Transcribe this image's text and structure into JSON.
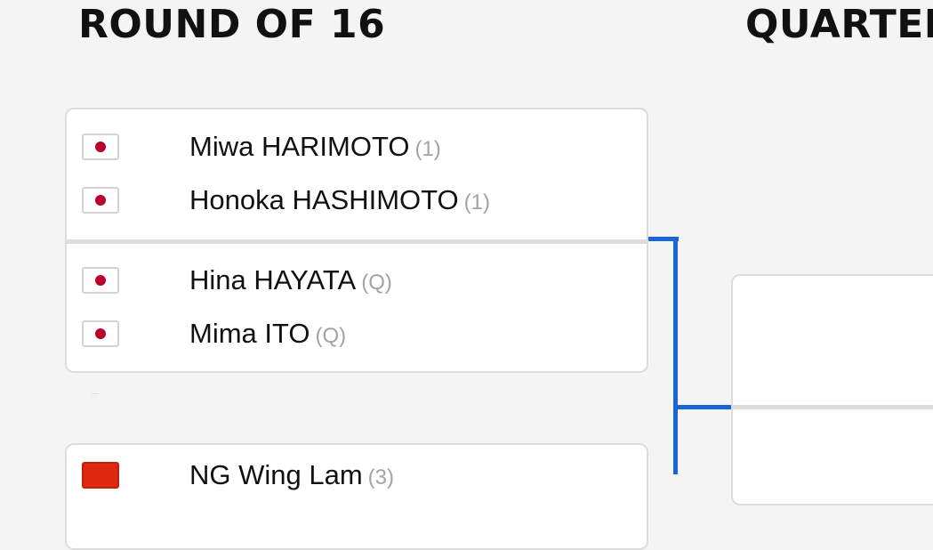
{
  "rounds": {
    "r16_title": "ROUND OF 16",
    "qf_title": "QUARTER"
  },
  "matches": [
    {
      "teams": [
        {
          "players": [
            {
              "name": "Miwa HARIMOTO",
              "seed": "(1)",
              "flag": "japan-flag-icon"
            },
            {
              "name": "Honoka HASHIMOTO",
              "seed": "(1)",
              "flag": "japan-flag-icon"
            }
          ]
        },
        {
          "players": [
            {
              "name": "Hina HAYATA",
              "seed": "(Q)",
              "flag": "japan-flag-icon"
            },
            {
              "name": "Mima ITO",
              "seed": "(Q)",
              "flag": "japan-flag-icon"
            }
          ]
        }
      ]
    },
    {
      "teams": [
        {
          "players": [
            {
              "name": "NG Wing Lam",
              "seed": "(3)",
              "flag": "flag-icon"
            }
          ]
        }
      ]
    }
  ],
  "colors": {
    "bracket_line": "#1a64d8",
    "japan_red": "#bc002d",
    "background": "#f4f4f4"
  }
}
